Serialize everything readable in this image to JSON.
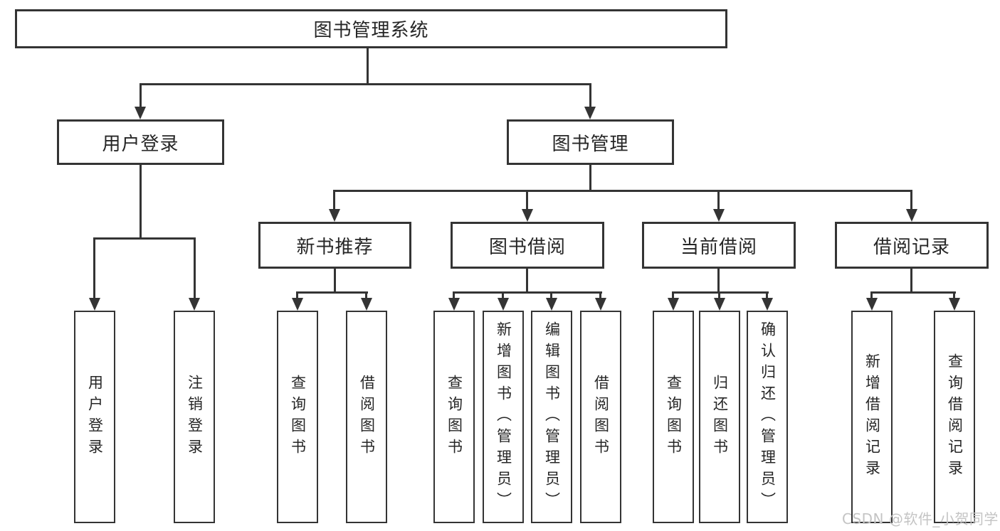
{
  "diagram": {
    "root": {
      "label": "图书管理系统"
    },
    "level2": [
      {
        "label": "用户登录"
      },
      {
        "label": "图书管理"
      }
    ],
    "level3": [
      {
        "label": "新书推荐"
      },
      {
        "label": "图书借阅"
      },
      {
        "label": "当前借阅"
      },
      {
        "label": "借阅记录"
      }
    ],
    "level4": [
      {
        "label": "用户登录"
      },
      {
        "label": "注销登录"
      },
      {
        "label": "查询图书"
      },
      {
        "label": "借阅图书"
      },
      {
        "label": "查询图书"
      },
      {
        "label": "新增图书（管理员）"
      },
      {
        "label": "编辑图书（管理员）"
      },
      {
        "label": "借阅图书"
      },
      {
        "label": "查询图书"
      },
      {
        "label": "归还图书"
      },
      {
        "label": "确认归还（管理员）"
      },
      {
        "label": "新增借阅记录"
      },
      {
        "label": "查询借阅记录"
      }
    ],
    "watermark": "CSDN @软件_小贺同学",
    "colors": {
      "line": "#343434",
      "text": "#262626",
      "background": "#ffffff",
      "watermark": "#c4c4c4"
    }
  }
}
